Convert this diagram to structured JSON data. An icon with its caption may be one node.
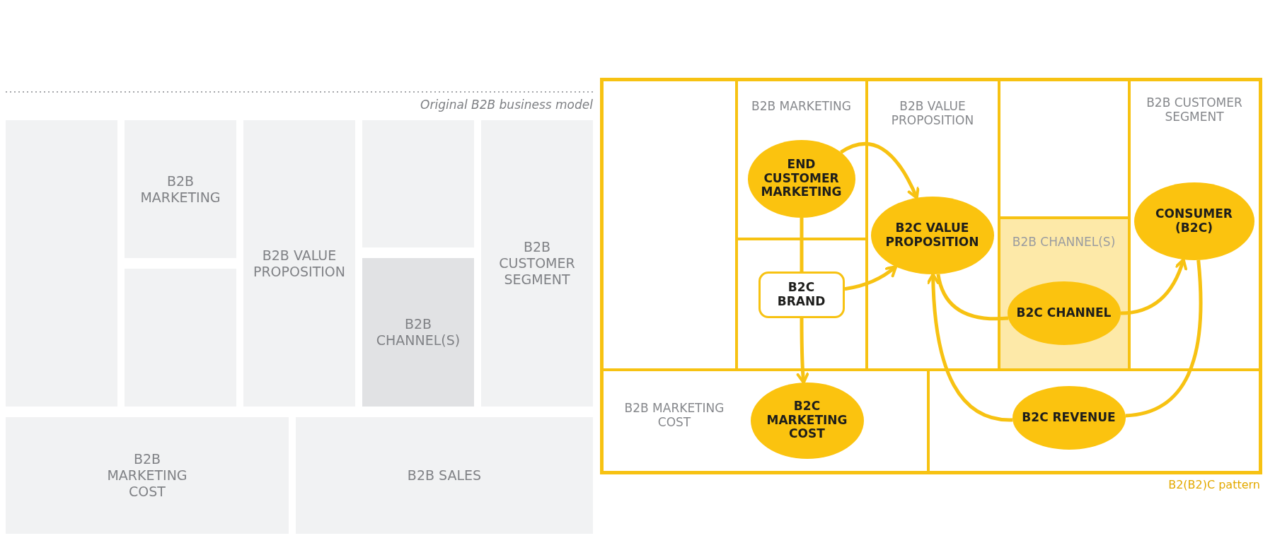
{
  "diagram": {
    "nodes": [
      {
        "text": [],
        "shape": "box"
      },
      {
        "text": [
          "B2B MARKETING"
        ]
      },
      {
        "text": [],
        "shape": "box"
      },
      {
        "text": [
          "B2B VALUE PROPOSITION"
        ]
      },
      {
        "text": [],
        "shape": "box"
      },
      {
        "text": [
          "B2B CHANNEL(S)"
        ]
      },
      {
        "text": [
          "B2B CUSTOMER SEGMENT"
        ]
      },
      {
        "text": [
          "B2B MARKETING COST"
        ]
      },
      {
        "text": [
          "B2B SALES"
        ]
      },
      {
        "text": [
          "B2(B2)C pattern"
        ]
      },
      {
        "text": [],
        "shape": "box",
        "in": 9
      },
      {
        "text": [
          "B2B MARKETING"
        ],
        "in": 9
      },
      {
        "text": [
          "END CUSTOMER MARKETING"
        ],
        "in": 11
      },
      {
        "text": [],
        "shape": "box",
        "in": 9
      },
      {
        "text": [
          "B2C BRAND"
        ],
        "in": 13
      },
      {
        "text": [
          "B2B VALUE PROPOSITION"
        ],
        "in": 9
      },
      {
        "text": [
          "B2C VALUE PROPOSITION"
        ],
        "in": 15
      },
      {
        "text": [],
        "shape": "box",
        "in": 9
      },
      {
        "text": [
          "B2B CHANNEL(S)"
        ],
        "in": 9
      },
      {
        "text": [
          "B2C CHANNEL"
        ],
        "in": 18
      },
      {
        "text": [
          "B2B CUSTOMER SEGMENT"
        ],
        "in": 9
      },
      {
        "text": [
          "CONSUMER (B2C)"
        ],
        "in": 20
      },
      {
        "text": [
          "B2B MARKETING COST"
        ],
        "in": 9
      },
      {
        "text": [
          "B2C MARKETING COST"
        ],
        "in": 22
      },
      {
        "text": [],
        "shape": "box",
        "in": 9
      },
      {
        "text": [
          "B2C REVENUE"
        ],
        "in": 24
      }
    ],
    "edges": [
      {
        "from": 12,
        "to": 16,
        "arrow": "to"
      },
      {
        "from": 12,
        "to": 14,
        "arrow": "none"
      },
      {
        "from": 14,
        "to": 23,
        "arrow": "to"
      },
      {
        "from": 14,
        "to": 16,
        "arrow": "to"
      },
      {
        "from": 16,
        "to": 19,
        "arrow": "none"
      },
      {
        "from": 19,
        "to": 21,
        "arrow": "to"
      },
      {
        "from": 21,
        "to": 25,
        "arrow": "none"
      },
      {
        "from": 25,
        "to": 16,
        "arrow": "to"
      }
    ],
    "labels": [
      "Original B2B business model"
    ]
  }
}
